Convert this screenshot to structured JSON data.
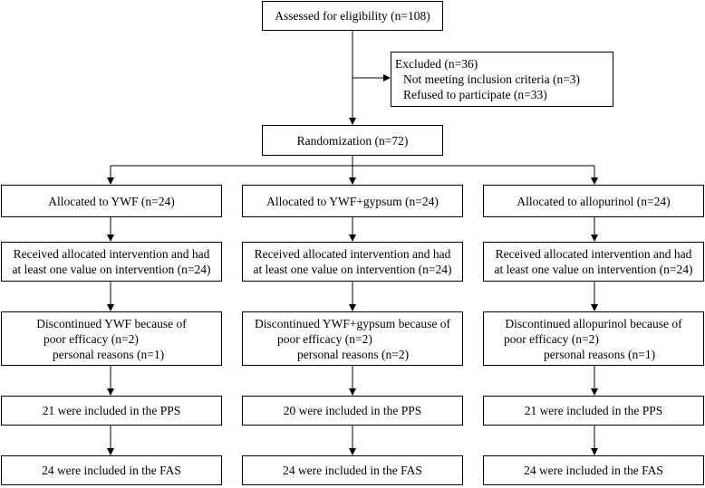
{
  "assessed": "Assessed for eligibility (n=108)",
  "excluded": {
    "title": "Excluded (n=36)",
    "lines": [
      "Not  meeting inclusion criteria (n=3)",
      "Refused to participate  (n=33)"
    ]
  },
  "randomization": "Randomization (n=72)",
  "arms": [
    {
      "allocated": "Allocated  to  YWF (n=24)",
      "received": [
        "Received allocated intervention and had",
        "at least one value on intervention (n=24)"
      ],
      "discontinued": [
        "Discontinued YWF because of",
        "poor  efficacy (n=2)",
        "personal reasons (n=1)"
      ],
      "pps": "21 were included in the PPS",
      "fas": "24 were included in the FAS"
    },
    {
      "allocated": "Allocated  to YWF+gypsum (n=24)",
      "received": [
        "Received allocated intervention and had",
        "at least one value on intervention (n=24)"
      ],
      "discontinued": [
        "Discontinued  YWF+gypsum because of",
        "poor efficacy (n=2)",
        "personal reasons (n=2)"
      ],
      "pps": "20 were included in the PPS",
      "fas": "24 were included in the FAS"
    },
    {
      "allocated": "Allocated  to allopurinol  (n=24)",
      "received": [
        "Received allocated intervention and had",
        "at least one value on intervention (n=24)"
      ],
      "discontinued": [
        "Discontinued   allopurinol because of",
        "poor efficacy (n=2)",
        "personal reasons (n=1)"
      ],
      "pps": "21 were included in the PPS",
      "fas": "24 were included in the FAS"
    }
  ]
}
